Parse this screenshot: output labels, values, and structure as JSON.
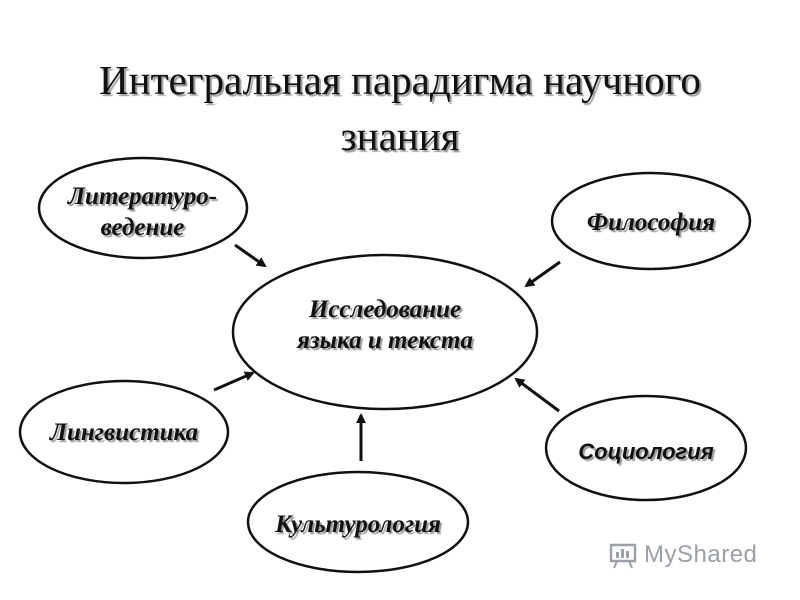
{
  "title": {
    "line1": "Интегральная парадигма научного",
    "line2": "знания"
  },
  "nodes": {
    "center": {
      "line1": "Исследование",
      "line2": "языка и текста"
    },
    "literature": {
      "line1": "Литературо-",
      "line2": "ведение"
    },
    "philosophy": {
      "label": "Философия"
    },
    "linguistics": {
      "label": "Лингвистика"
    },
    "sociology": {
      "label": "Социология"
    },
    "culturology": {
      "label": "Культурология"
    }
  },
  "watermark": {
    "text": "MyShared",
    "icon": "presentation-board-icon"
  }
}
